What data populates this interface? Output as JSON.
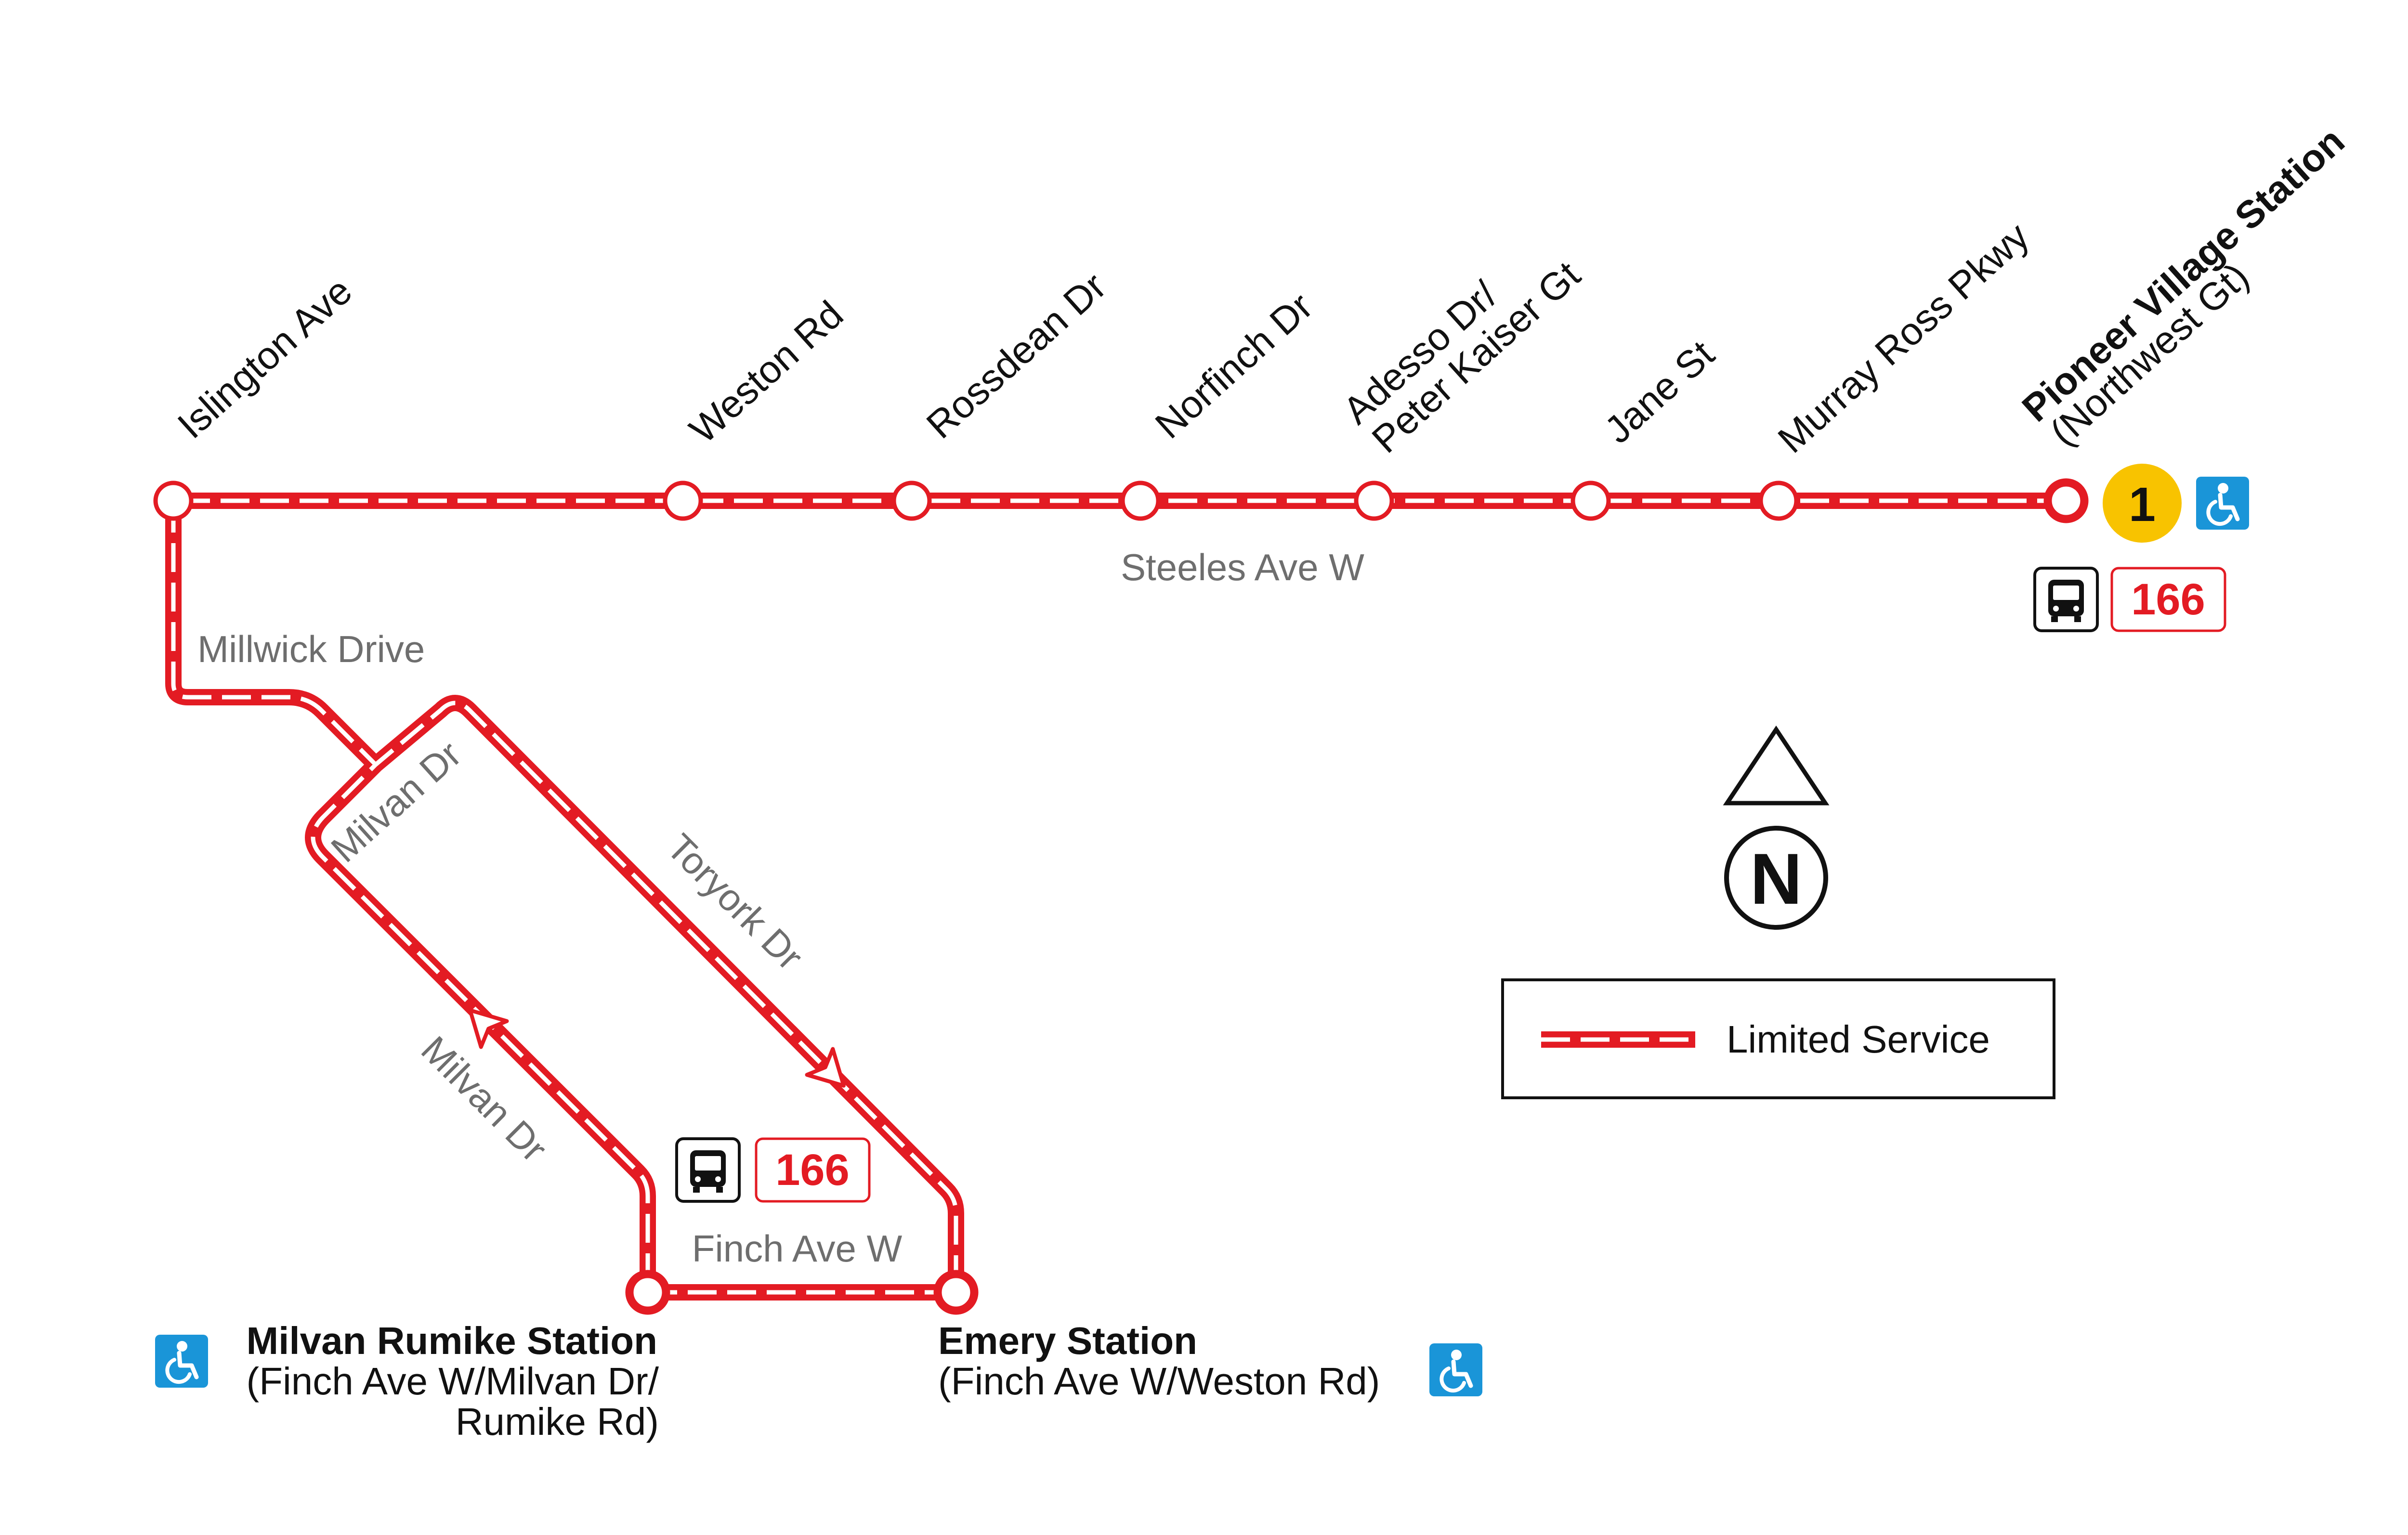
{
  "route": {
    "color": "#e31b23",
    "number": "166"
  },
  "stops": [
    {
      "name": "Islington Ave"
    },
    {
      "name": "Weston Rd"
    },
    {
      "name": "Rossdean Dr"
    },
    {
      "name": "Norfinch Dr"
    },
    {
      "name_line1": "Adesso Dr/",
      "name_line2": "Peter Kaiser Gt"
    },
    {
      "name": "Jane St"
    },
    {
      "name": "Murray Ross Pkwy"
    }
  ],
  "terminals": {
    "pioneer": {
      "name": "Pioneer Village Station",
      "sub": "(Northwest Gt)",
      "subway_line": "1",
      "subway_color": "#f8c300",
      "accessible": true
    },
    "milvan": {
      "name": "Milvan Rumike Station",
      "sub1": "(Finch Ave W/Milvan Dr/",
      "sub2": "Rumike Rd)",
      "accessible": true
    },
    "emery": {
      "name": "Emery Station",
      "sub": "(Finch Ave W/Weston Rd)",
      "accessible": true
    }
  },
  "streets": {
    "steeles": "Steeles Ave W",
    "millwick": "Millwick Drive",
    "milvan_upper": "Milvan Dr",
    "toryork": "Toryork Dr",
    "milvan_lower": "Milvan Dr",
    "finch": "Finch Ave W"
  },
  "legend": {
    "limited_service": "Limited Service"
  },
  "north": {
    "label": "N"
  },
  "icons": {
    "accessible": "wheelchair-icon",
    "bus": "bus-icon",
    "north": "north-arrow-icon"
  },
  "colors": {
    "accessible_blue": "#1a95d8",
    "street_gray": "#6e6e6e"
  }
}
